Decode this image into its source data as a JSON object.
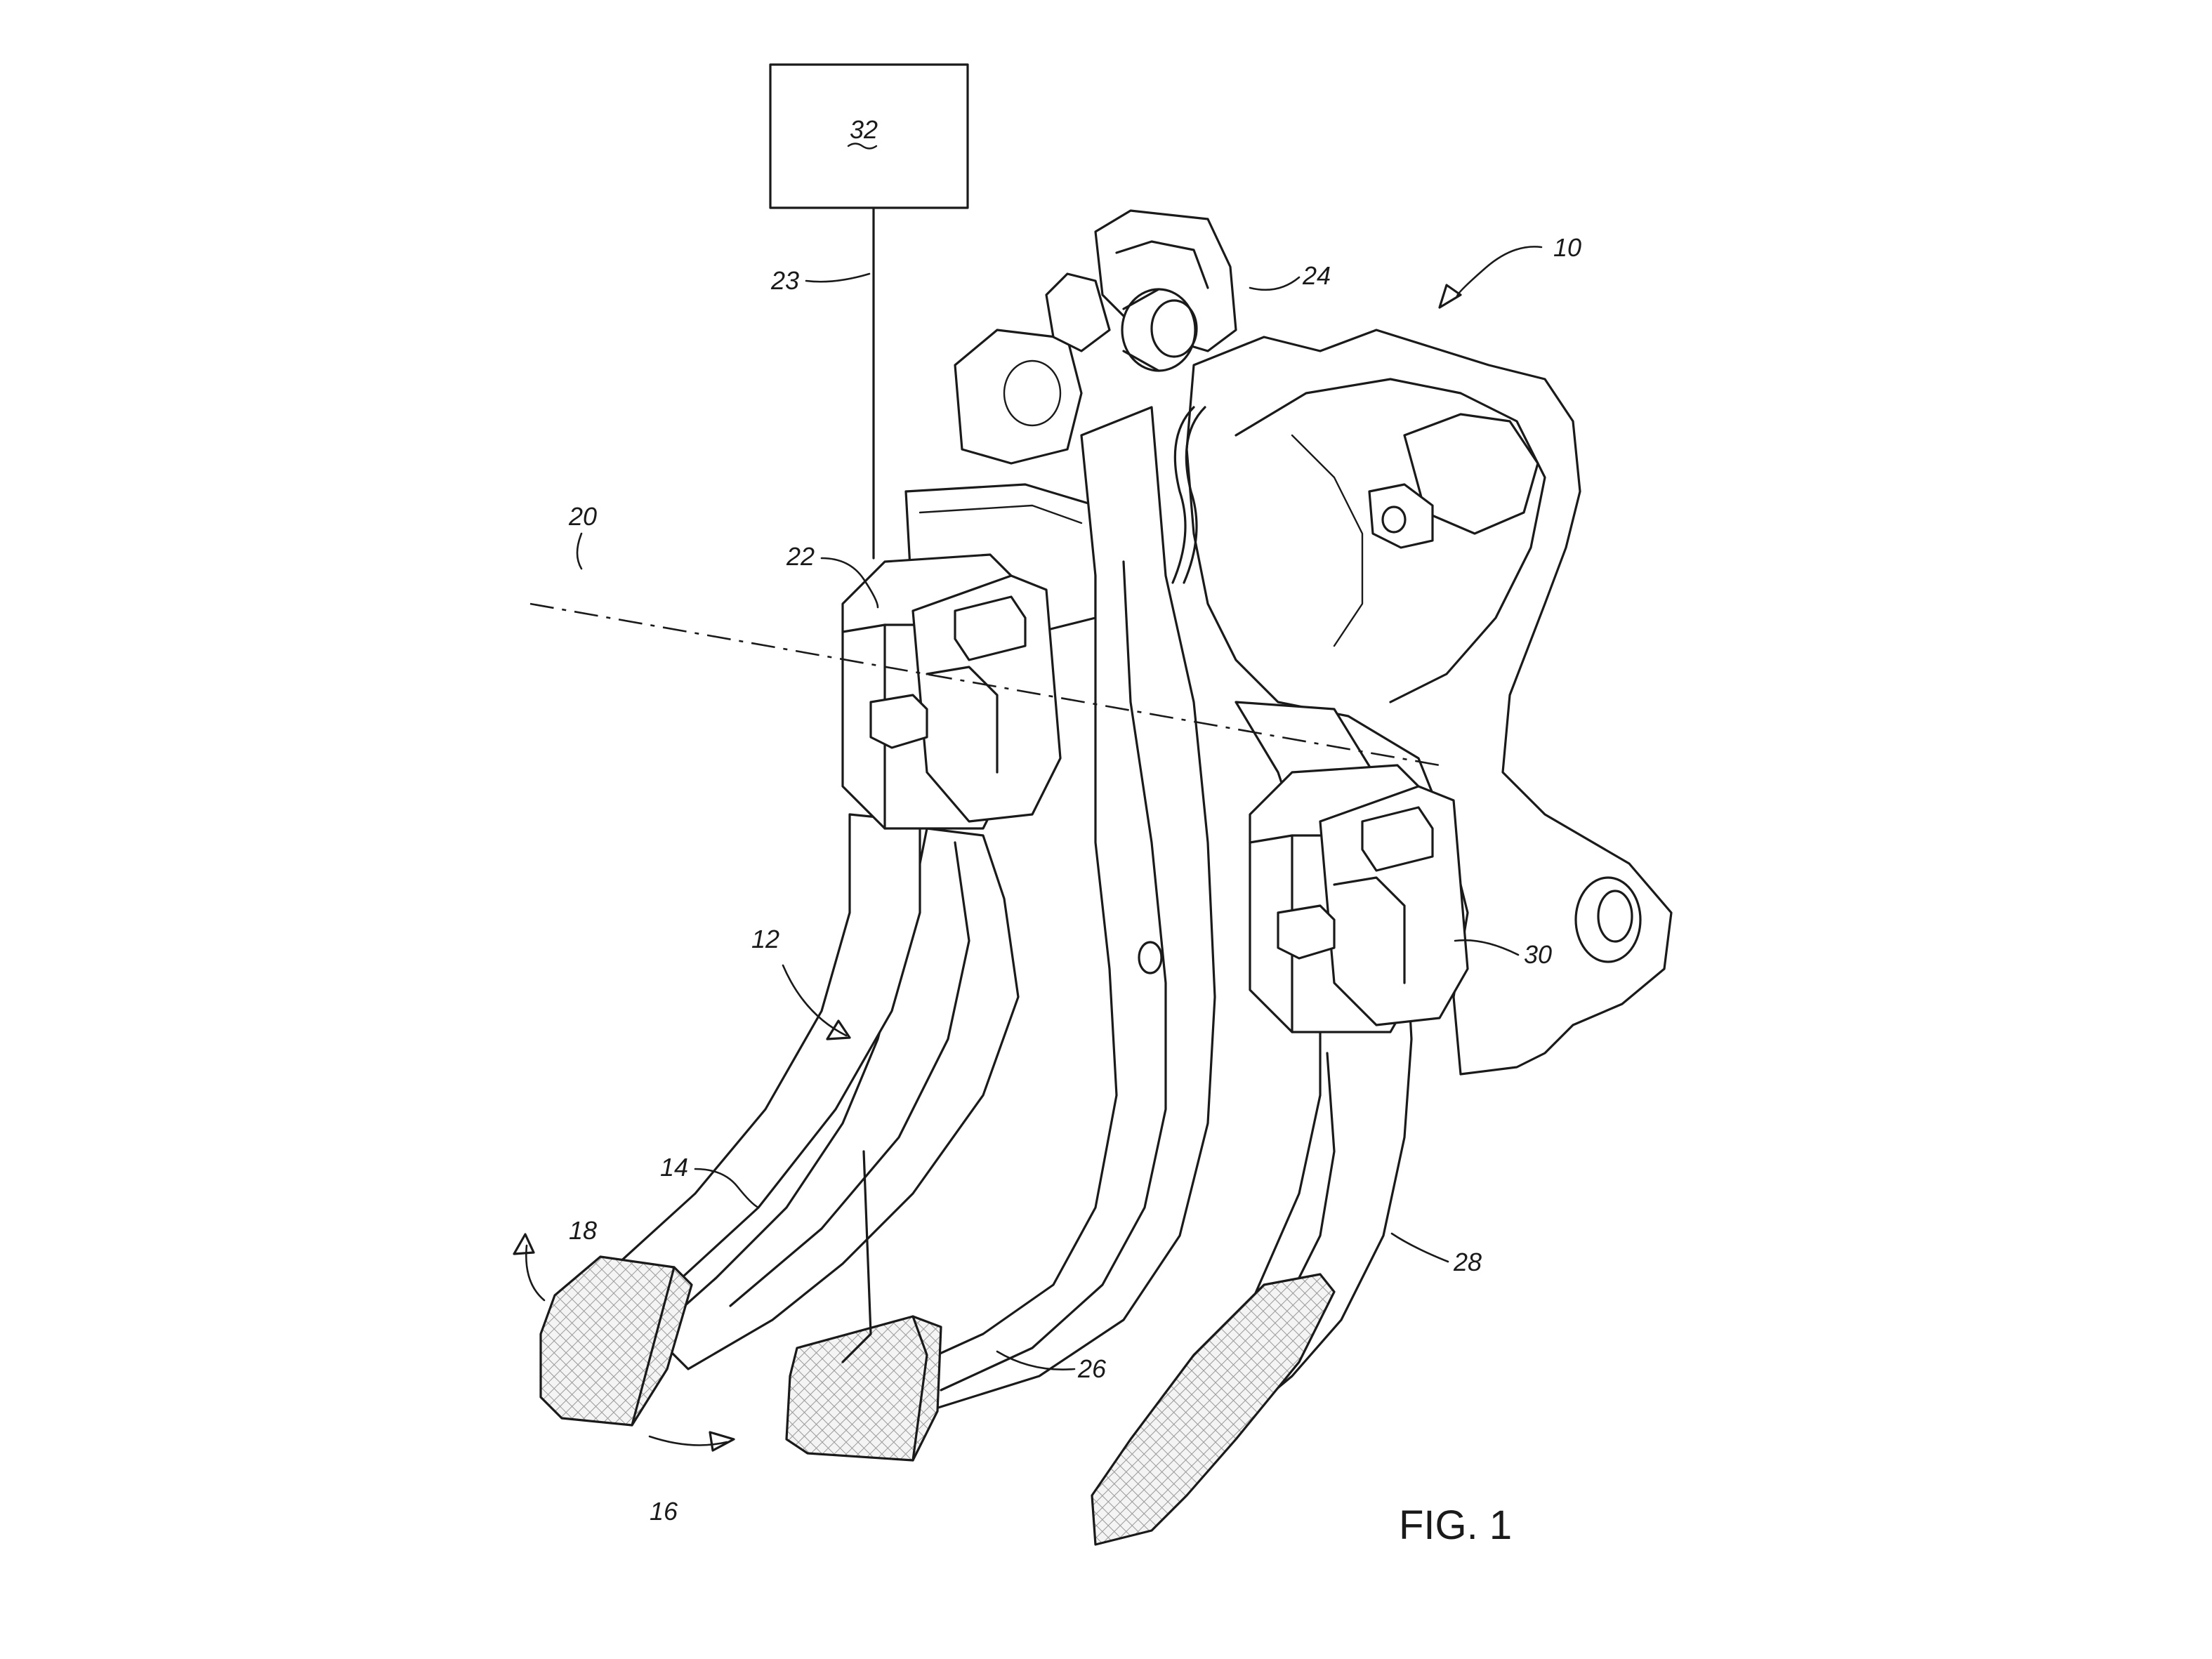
{
  "figure": {
    "caption": "FIG. 1"
  },
  "controller_box": {
    "label": "32"
  },
  "reference_numerals": {
    "assembly": "10",
    "pedal_group": "12",
    "first_pedal": "14",
    "apply_direction": "16",
    "release_direction": "18",
    "pivot_axis": "20",
    "first_sensor": "22",
    "signal_line": "23",
    "bracket": "24",
    "center_pedal": "26",
    "right_pedal": "28",
    "second_sensor": "30"
  },
  "colors": {
    "line": "#1a1a1a",
    "background": "#ffffff",
    "pad_hatch": "#9a9a9a"
  }
}
